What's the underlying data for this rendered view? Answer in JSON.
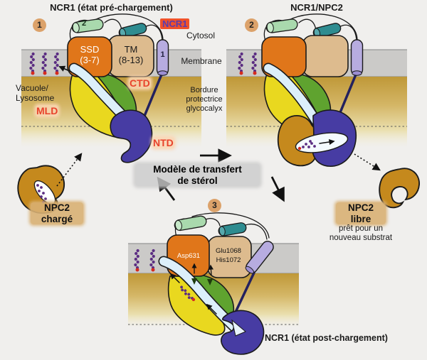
{
  "colors": {
    "page_bg": "#f0efed",
    "membrane_gray": "#cbcac8",
    "gold_top": "#bf9838",
    "ssd_orange": "#e0761a",
    "tm_tan": "#ddbb8e",
    "helix_green": "#a9d9ad",
    "helix_teal": "#2e8c90",
    "helix_purple": "#b7ace0",
    "mld_yellow": "#e9d81f",
    "ctd_green": "#5fa32f",
    "ntd_purple": "#473ca3",
    "channel_blue": "#dceffa",
    "npc2_brown": "#c5891d",
    "sterol_purple": "#5b2d82",
    "sterol_red": "#d52b20",
    "navy_link": "#23215e",
    "badge_bg": "#dca26a",
    "red_label": "#e8432c",
    "ncr1_tag_bg": "#f0512a",
    "ncr1_tag_text": "#5a3cae"
  },
  "panel1": {
    "title": "NCR1 (état pré-chargement)",
    "step": "1",
    "ncr1_tag": "NCR1",
    "ssd_label": "SSD\n(3-7)",
    "tm_label": "TM\n(8-13)",
    "helix1_label": "1",
    "helix2_label": "2",
    "ctd_label": "CTD",
    "mld_label": "MLD",
    "ntd_label": "NTD"
  },
  "membrane_labels": {
    "cytosol": "Cytosol",
    "membrane": "Membrane",
    "vacuole": "Vacuole/\nLysosome",
    "glycocalyx": "Bordure\nprotectrice\nglycocalyx"
  },
  "panel2": {
    "title": "NCR1/NPC2",
    "step": "2"
  },
  "panel3": {
    "step": "3",
    "asp_label": "Asp631",
    "glu_his_label": "Glu1068\nHis1072",
    "caption": "NCR1 (état post-chargement)"
  },
  "center": {
    "model_label": "Modèle de transfert\nde stérol"
  },
  "npc2_loaded": {
    "label": "NPC2\nchargé"
  },
  "npc2_free": {
    "label": "NPC2\nlibre",
    "note": "prêt pour un\nnouveau substrat"
  }
}
